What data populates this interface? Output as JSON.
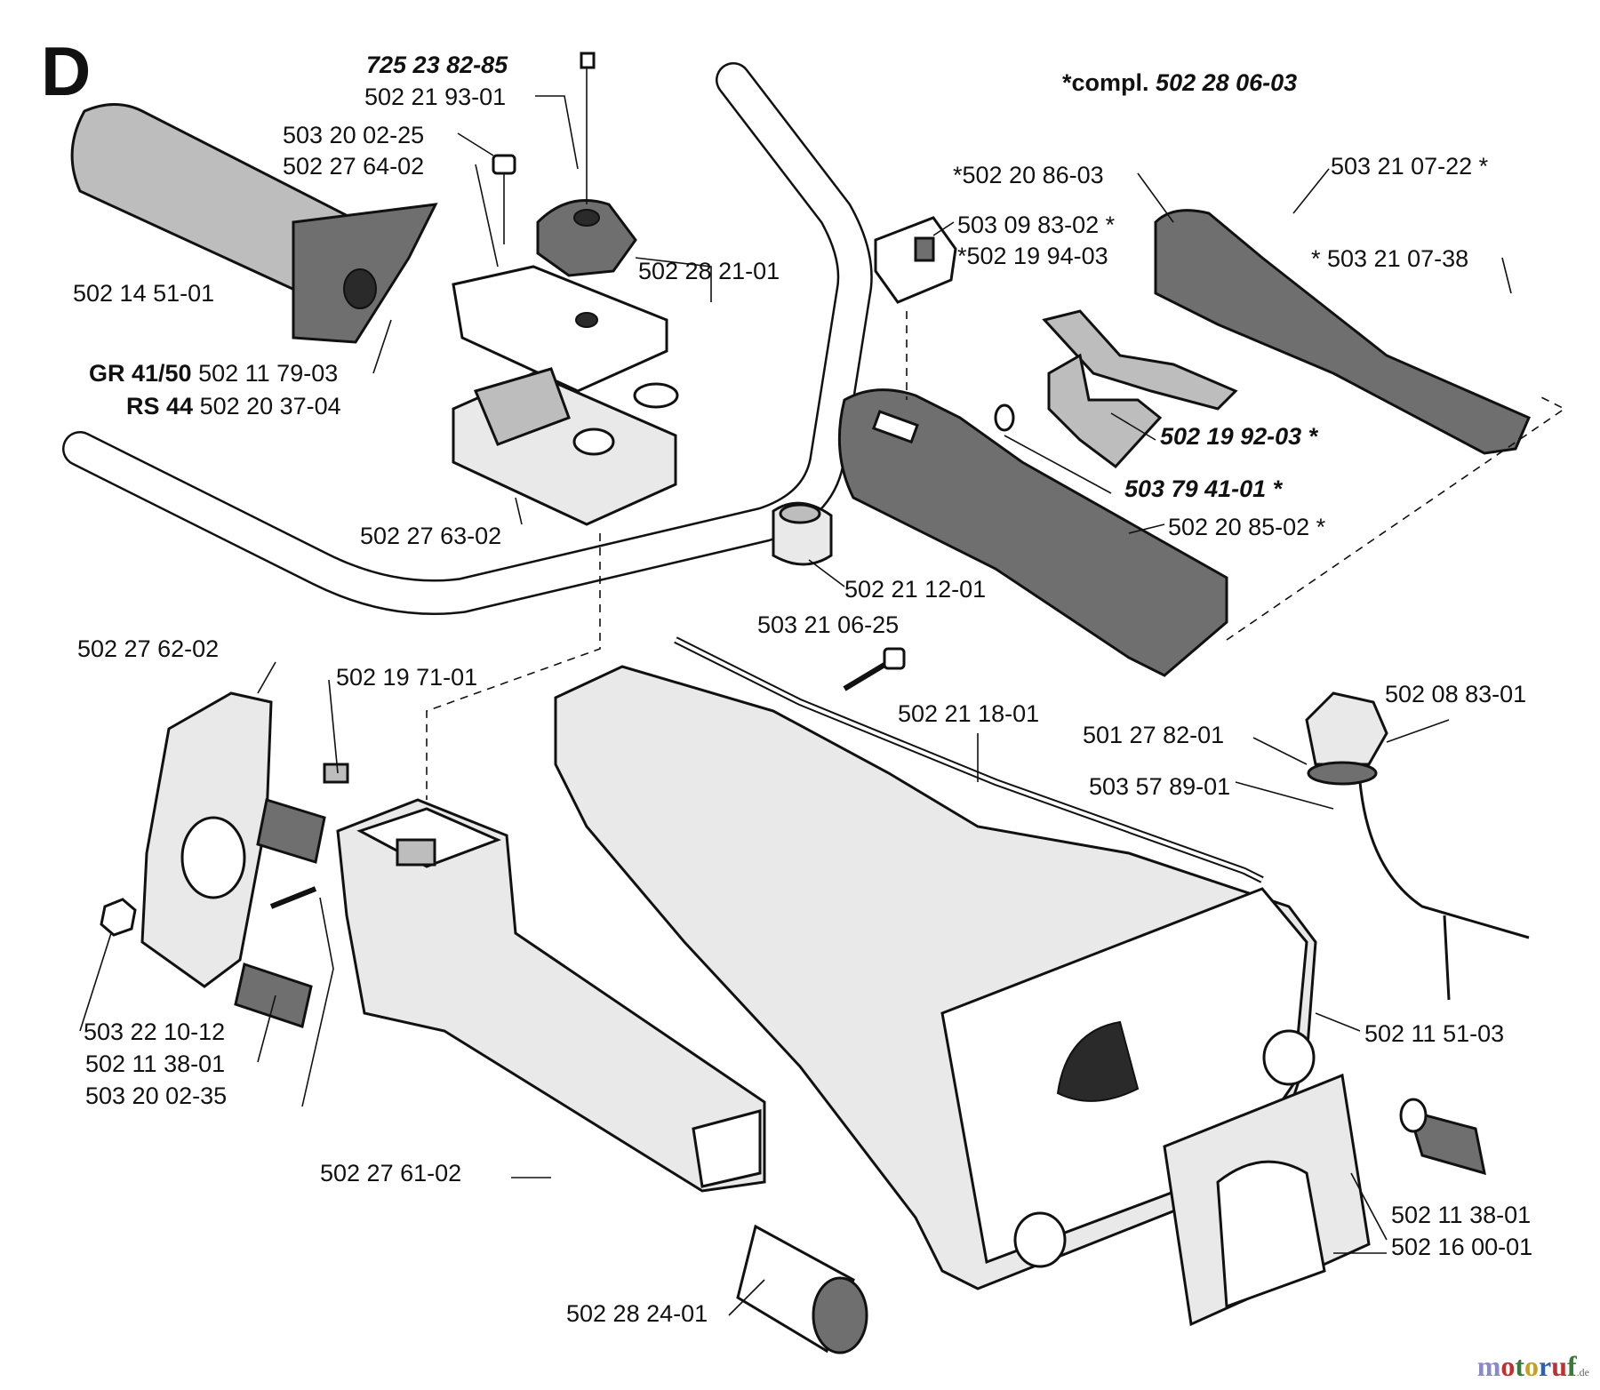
{
  "diagram": {
    "section_letter": "D",
    "compl_prefix": "*compl.",
    "compl_number": "502 28 06-03",
    "labels": {
      "l01": "725 23 82-85",
      "l02": "502 21 93-01",
      "l03": "503 20 02-25",
      "l04": "502 27 64-02",
      "l05": "502 14 51-01",
      "l06": "502 28 21-01",
      "l07_prefix": "GR 41/50",
      "l07": "502 11 79-03",
      "l08_prefix": "RS 44",
      "l08": "502 20 37-04",
      "l09": "502 27 63-02",
      "l10": "*502 20 86-03",
      "l11": "503 21 07-22 *",
      "l12": "503 09 83-02 *",
      "l13": "*502 19 94-03",
      "l14": "* 503 21 07-38",
      "l15": "502 19 92-03 *",
      "l16": "503 79 41-01 *",
      "l17": "502 20 85-02 *",
      "l18": "502 21 12-01",
      "l19": "503 21 06-25",
      "l20": "502 27 62-02",
      "l21": "502 19 71-01",
      "l22": "502 21 18-01",
      "l23": "502 08 83-01",
      "l24": "501 27 82-01",
      "l25": "503 57 89-01",
      "l26": "503 22 10-12",
      "l27": "502 11 38-01",
      "l28": "503 20 02-35",
      "l29": "502 11 51-03",
      "l30": "502 27 61-02",
      "l31": "502 11 38-01",
      "l32": "502 16 00-01",
      "l33": "502 28 24-01"
    },
    "watermark": {
      "letters": [
        "m",
        "o",
        "t",
        "o",
        "r",
        "u",
        "f"
      ],
      "suffix": ".de",
      "colors": [
        "#8a8ac8",
        "#c03030",
        "#3a7a3a",
        "#c8a020",
        "#3060b0",
        "#c03030",
        "#3a7a3a"
      ]
    }
  }
}
